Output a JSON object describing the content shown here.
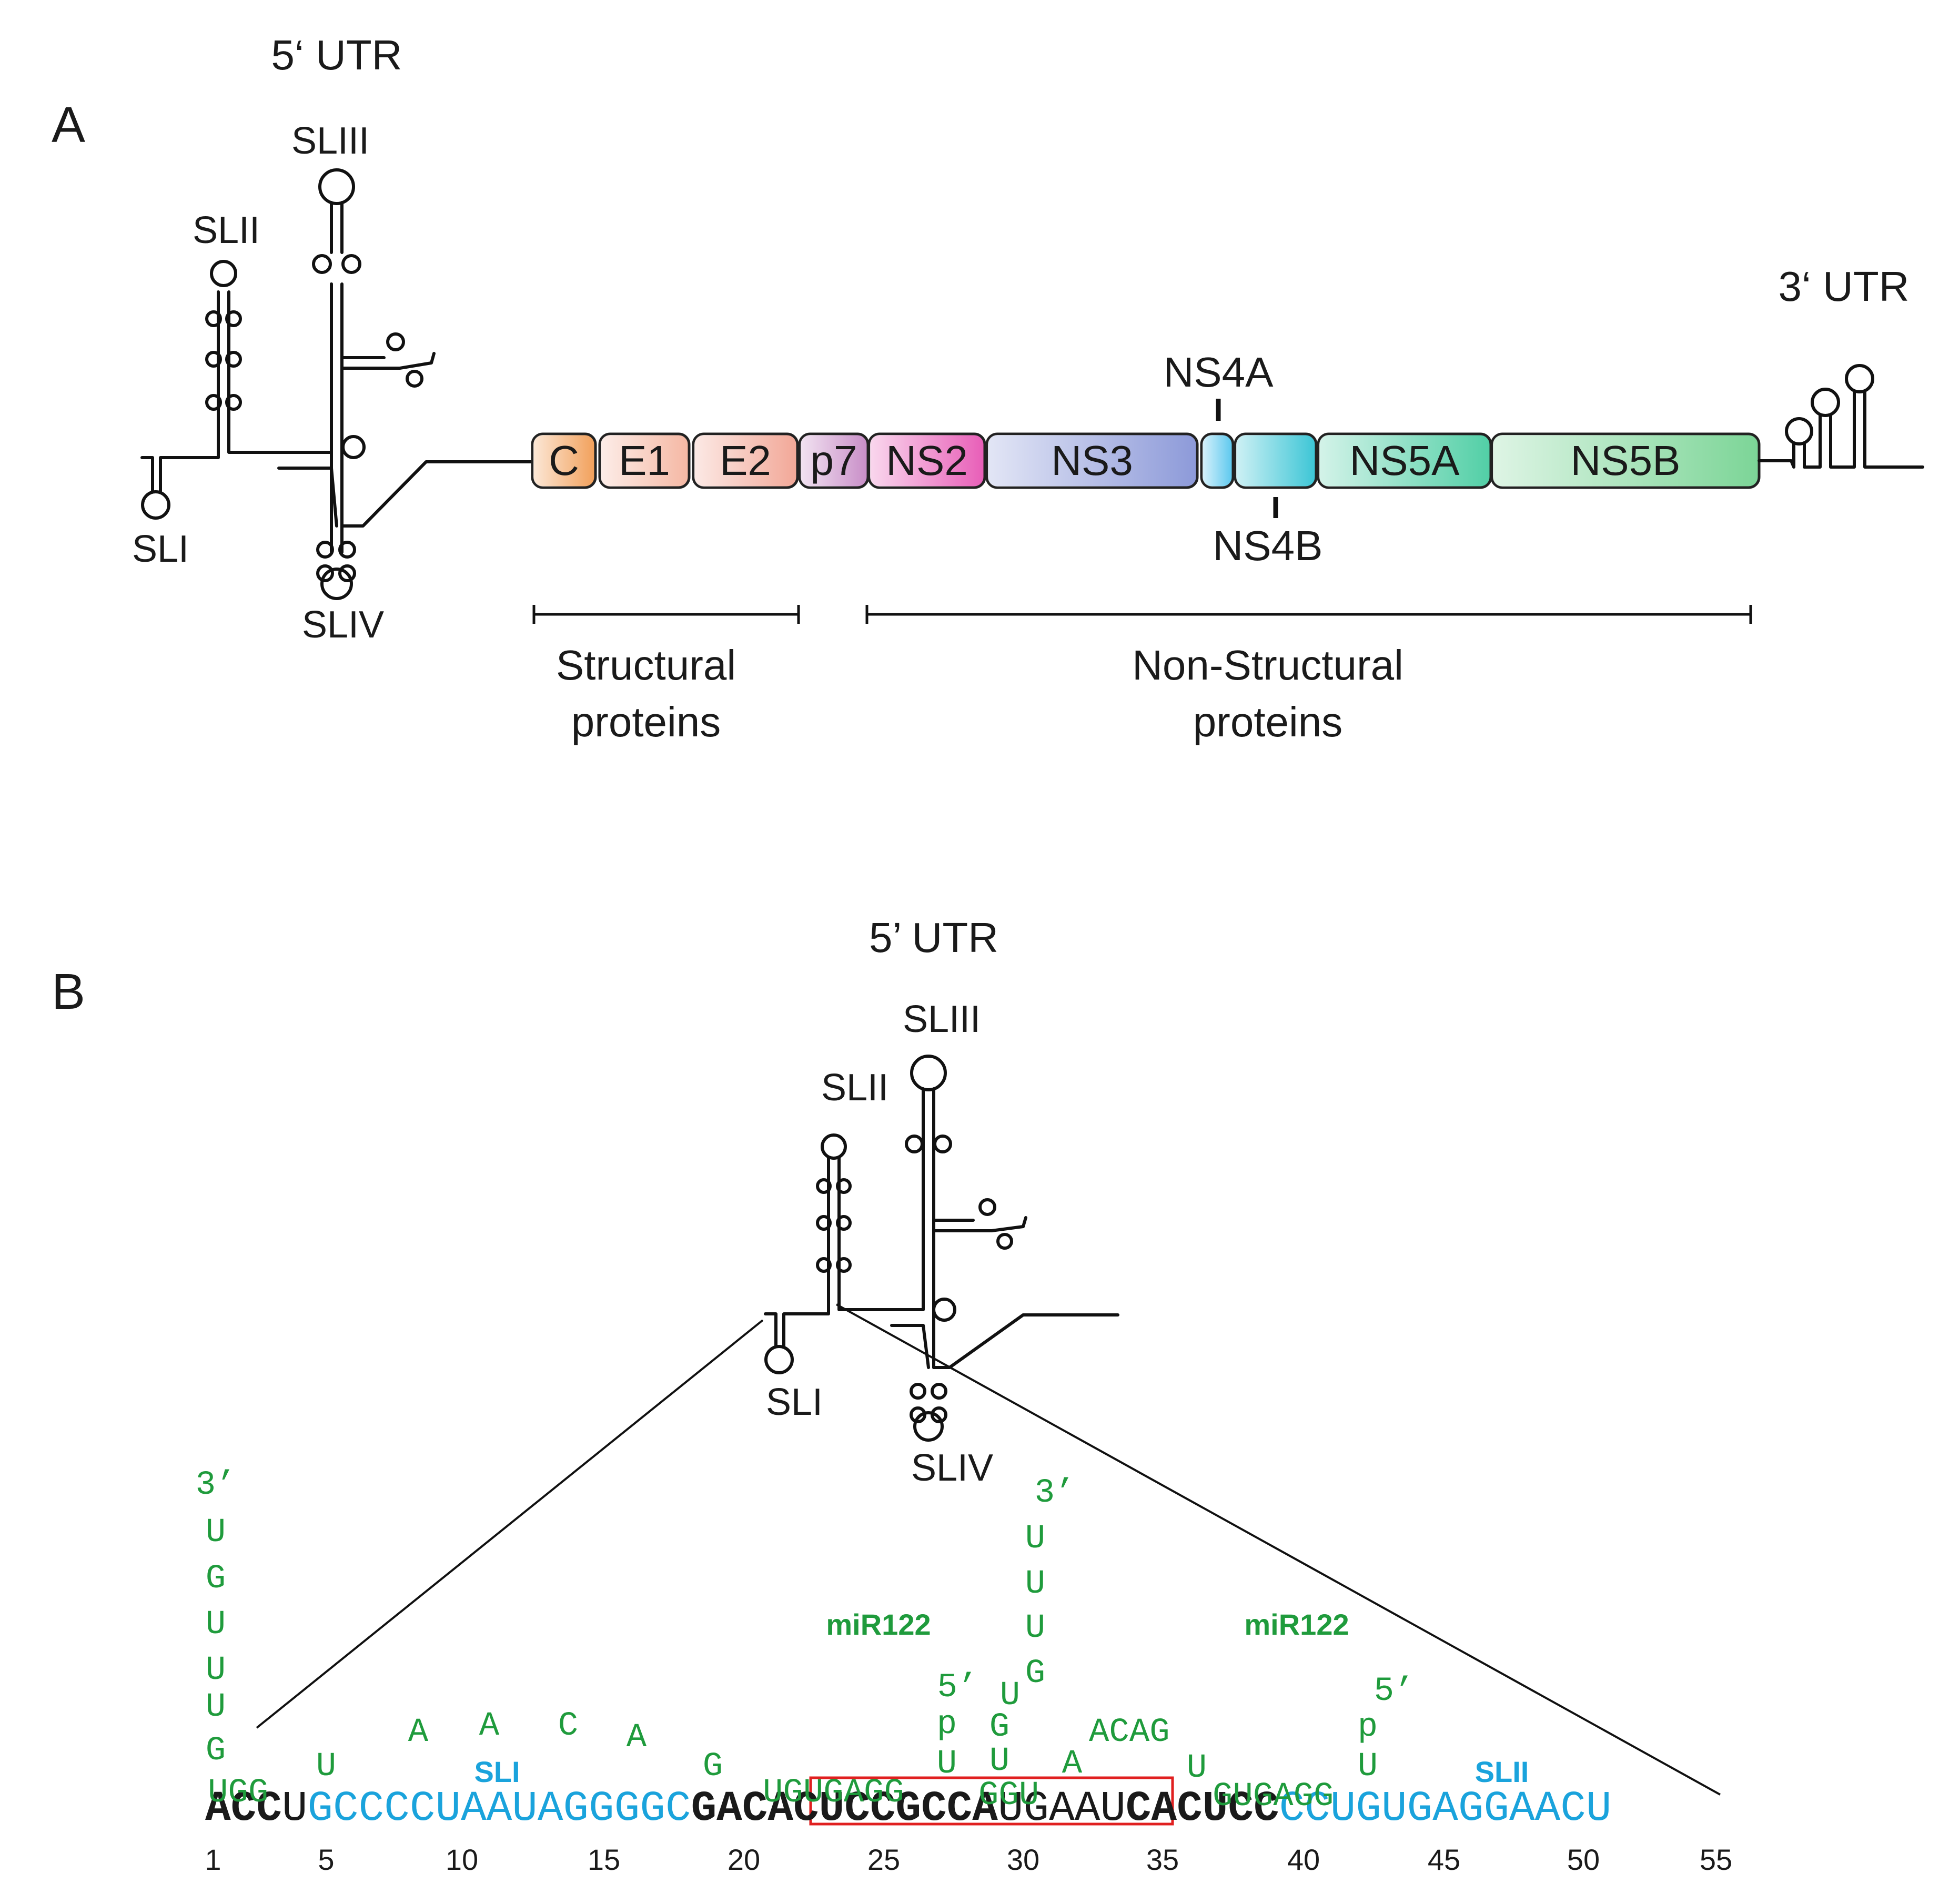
{
  "panel_a": {
    "letter": "A",
    "utr5_title": "5‘ UTR",
    "utr3_title": "3‘ UTR",
    "stem_loops": {
      "sl1": "SLI",
      "sl2": "SLII",
      "sl3": "SLIII",
      "sl4": "SLIV"
    },
    "genes": [
      {
        "label": "C",
        "color": "#f2a15c"
      },
      {
        "label": "E1",
        "color": "#f5b8a4"
      },
      {
        "label": "E2",
        "color": "#f2a898"
      },
      {
        "label": "p7",
        "color": "#c98fc8"
      },
      {
        "label": "NS2",
        "color": "#e85fb8"
      },
      {
        "label": "NS3",
        "color": "#8d9ad9"
      },
      {
        "label": "",
        "color": "#5ec9ef"
      },
      {
        "label": "",
        "color": "#3dc6d6"
      },
      {
        "label": "NS5A",
        "color": "#52cfa6"
      },
      {
        "label": "NS5B",
        "color": "#7cd597"
      }
    ],
    "ns4a_label": "NS4A",
    "ns4b_label": "NS4B",
    "structural_line1": "Structural",
    "structural_line2": "proteins",
    "nonstructural_line1": "Non-Structural",
    "nonstructural_line2": "proteins"
  },
  "panel_b": {
    "letter": "B",
    "utr5_title": "5’ UTR",
    "stem_loops": {
      "sl1": "SLI",
      "sl2": "SLII",
      "sl3": "SLIII",
      "sl4": "SLIV"
    },
    "sequence_segments": [
      {
        "text": "ACC",
        "style": "bold"
      },
      {
        "text": "U",
        "style": "plain"
      },
      {
        "text": "GCCCCUAAUAGGGGC",
        "style": "blue"
      },
      {
        "text": "GAC",
        "style": "bold"
      },
      {
        "text": "ACUCCGCCA",
        "style": "bold"
      },
      {
        "text": "UGAA",
        "style": "plain"
      },
      {
        "text": "U",
        "style": "plain"
      },
      {
        "text": "CACUCC",
        "style": "bold"
      },
      {
        "text": "CCUGUGAGGAACU",
        "style": "blue"
      }
    ],
    "position_numbers": [
      "1",
      "5",
      "10",
      "15",
      "20",
      "25",
      "30",
      "35",
      "40",
      "45",
      "50",
      "55"
    ],
    "sli_label": "SLI",
    "slii_label": "SLII",
    "mir1": {
      "vertical": [
        "3’",
        "U",
        "G",
        "U",
        "U",
        "U",
        "G"
      ],
      "base": "UGG",
      "loop": [
        "U",
        "A",
        "A",
        "C",
        "A",
        "G"
      ]
    },
    "mir2": {
      "name": "miR122",
      "paired": "UGUGAGG",
      "prime5": "5’",
      "p": "p",
      "u": "U"
    },
    "mir3": {
      "vertical": [
        "3’",
        "U",
        "U",
        "U",
        "G"
      ],
      "bulge": [
        "U",
        "G",
        "U"
      ],
      "base": "GGU",
      "a": "A",
      "acag": "ACAG",
      "u": "U"
    },
    "mir4": {
      "name": "miR122",
      "paired": "GUGAGG",
      "prime5": "5’",
      "p": "p",
      "u": "U"
    }
  },
  "colors": {
    "mirna_green": "#1f9b3c",
    "stemloop_blue": "#1aa3dc",
    "highlight_red": "#e02020",
    "text_black": "#1a1a1a"
  }
}
